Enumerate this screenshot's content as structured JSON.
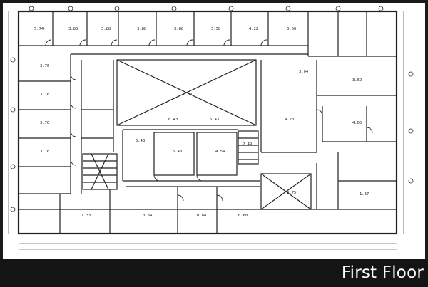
{
  "slide": {
    "caption": "First Floor"
  },
  "colors": {
    "background": "#1a1a1a",
    "sheet": "#ffffff",
    "ink": "#222222",
    "caption_text": "#ffffff"
  },
  "plan_labels": [
    "5.74",
    "3.88",
    "3.88",
    "3.88",
    "3.88",
    "3.58",
    "4.22",
    "3.60",
    "3.76",
    "3.76",
    "3.76",
    "3.76",
    "5.48",
    "5.40",
    "4.54",
    "3.04",
    "7.30",
    "6.43",
    "6.43",
    "4.20",
    "2.49",
    "3.69",
    "4.05",
    "3.75",
    "1.33",
    "0.84",
    "0.84",
    "0.60",
    "1.37"
  ]
}
